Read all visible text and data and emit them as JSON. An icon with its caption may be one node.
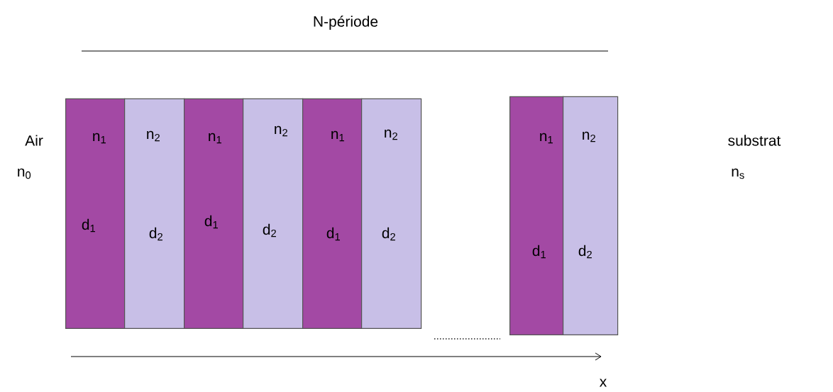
{
  "diagram": {
    "nodes": [
      {
        "text": [
          "n$_{1}$",
          "d$_{1}$"
        ]
      },
      {
        "text": [
          "n$_{2}$",
          "d$_{2}$"
        ]
      },
      {
        "text": [
          "n$_{1}$",
          "d$_{1}$"
        ]
      },
      {
        "text": [
          "n$_{2}$",
          "d$_{2}$"
        ]
      },
      {
        "text": [
          "n$_{1}$",
          "d$_{1}$"
        ]
      },
      {
        "text": [
          "n$_{2}$",
          "d$_{2}$"
        ]
      },
      {
        "text": [
          "n$_{1}$",
          "d$_{1}$"
        ]
      },
      {
        "text": [
          "n$_{2}$",
          "d$_{2}$"
        ]
      }
    ],
    "labels": [
      "N-période",
      "Air",
      "n$_{0}$",
      "substrat",
      "n$_{s}$",
      "x"
    ]
  }
}
